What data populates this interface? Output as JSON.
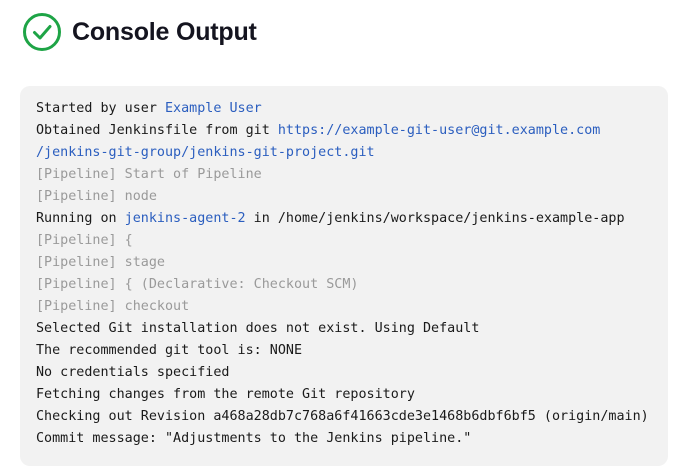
{
  "header": {
    "title": "Console Output",
    "status_icon": "check-circle-icon",
    "status_color": "#1ea446"
  },
  "console": {
    "started_prefix": "Started by user ",
    "started_user": "Example User",
    "obtained_prefix": "Obtained Jenkinsfile from git ",
    "git_url_line1": "https://example-git-user@git.example.com",
    "git_url_line2": "/jenkins-git-group/jenkins-git-project.git",
    "running_prefix": "Running on ",
    "agent": "jenkins-agent-2",
    "running_suffix": " in /home/jenkins/workspace/jenkins-example-app",
    "pipeline_start": "[Pipeline] Start of Pipeline",
    "pipeline_node": "[Pipeline] node",
    "pipeline_open": "[Pipeline] {",
    "pipeline_stage": "[Pipeline] stage",
    "pipeline_checkout_scm": "[Pipeline] { (Declarative: Checkout SCM)",
    "pipeline_checkout": "[Pipeline] checkout",
    "plain_lines": [
      "Selected Git installation does not exist. Using Default",
      "The recommended git tool is: NONE",
      "No credentials specified",
      "Fetching changes from the remote Git repository",
      "Checking out Revision a468a28db7c768a6f41663cde3e1468b6dbf6bf5 (origin/main)",
      "Commit message: \"Adjustments to the Jenkins pipeline.\""
    ]
  },
  "colors": {
    "link": "#2b5ebf",
    "muted": "#9a9a9a",
    "console_bg": "#f2f2f2"
  }
}
